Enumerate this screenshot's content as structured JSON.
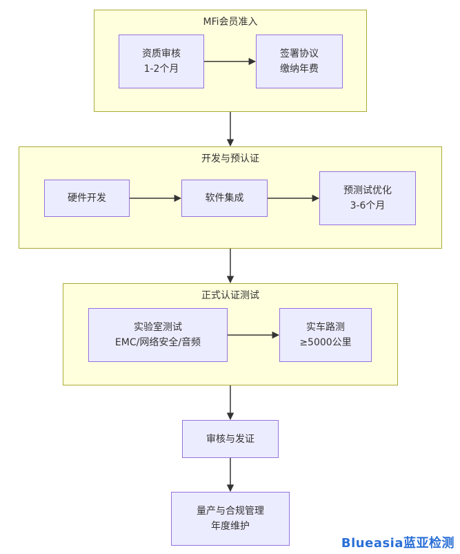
{
  "groups": {
    "g1": {
      "title": "MFi会员准入"
    },
    "g2": {
      "title": "开发与预认证"
    },
    "g3": {
      "title": "正式认证测试"
    }
  },
  "nodes": {
    "qualification_review": {
      "line1": "资质审核",
      "line2": "1-2个月"
    },
    "sign_agreement": {
      "line1": "签署协议",
      "line2": "缴纳年费"
    },
    "hardware_dev": {
      "line1": "硬件开发"
    },
    "software_integration": {
      "line1": "软件集成"
    },
    "pretest_optimization": {
      "line1": "预测试优化",
      "line2": "3-6个月"
    },
    "lab_testing": {
      "line1": "实验室测试",
      "line2": "EMC/网络安全/音频"
    },
    "road_test": {
      "line1": "实车路测",
      "line2": "≥5000公里"
    },
    "review_issue": {
      "line1": "审核与发证"
    },
    "mass_production": {
      "line1": "量产与合规管理",
      "line2": "年度维护"
    }
  },
  "watermark": {
    "text": "Blueasia蓝亚检测"
  },
  "colors": {
    "group_fill": "#ffffde",
    "group_border": "#aaaa33",
    "node_fill": "#ececff",
    "node_border": "#9370db",
    "edge": "#333333",
    "watermark": "#2a6fd6"
  }
}
